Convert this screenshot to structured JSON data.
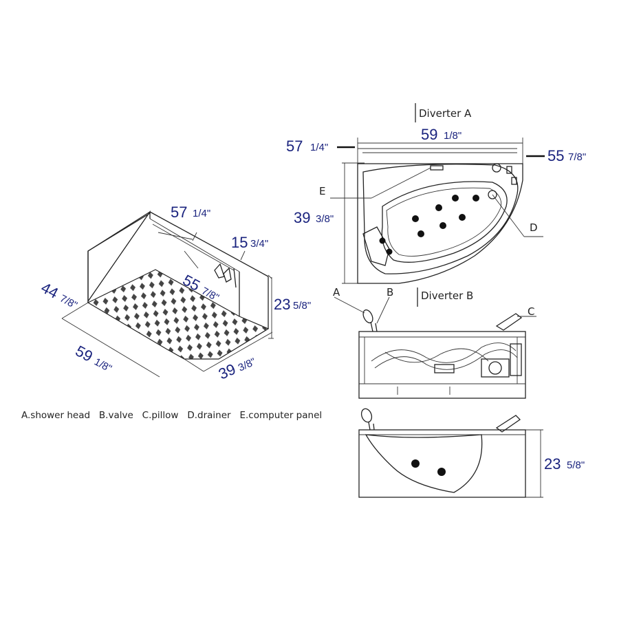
{
  "dimensions": {
    "iso_width_top": {
      "whole": "57",
      "frac": "1/4\""
    },
    "iso_inner": {
      "whole": "55",
      "frac": "7/8\""
    },
    "iso_depth_right": {
      "whole": "15",
      "frac": "3/4\""
    },
    "iso_height": {
      "whole": "23",
      "frac": "5/8\""
    },
    "iso_left": {
      "whole": "44",
      "frac": "7/8\""
    },
    "iso_bottom": {
      "whole": "59",
      "frac": "1/8\""
    },
    "iso_right_bottom": {
      "whole": "39",
      "frac": "3/8\""
    },
    "top_overall": {
      "whole": "59",
      "frac": "1/8\""
    },
    "top_left": {
      "whole": "57",
      "frac": "1/4\""
    },
    "top_right": {
      "whole": "55",
      "frac": "7/8\""
    },
    "top_depth": {
      "whole": "39",
      "frac": "3/8\""
    },
    "side_height": {
      "whole": "23",
      "frac": "5/8\""
    }
  },
  "labels": {
    "diverter_a": "Diverter A",
    "diverter_b": "Diverter B",
    "a": "A",
    "b": "B",
    "c": "C",
    "d": "D",
    "e": "E"
  },
  "legend": "A.shower head   B.valve   C.pillow   D.drainer   E.computer panel"
}
